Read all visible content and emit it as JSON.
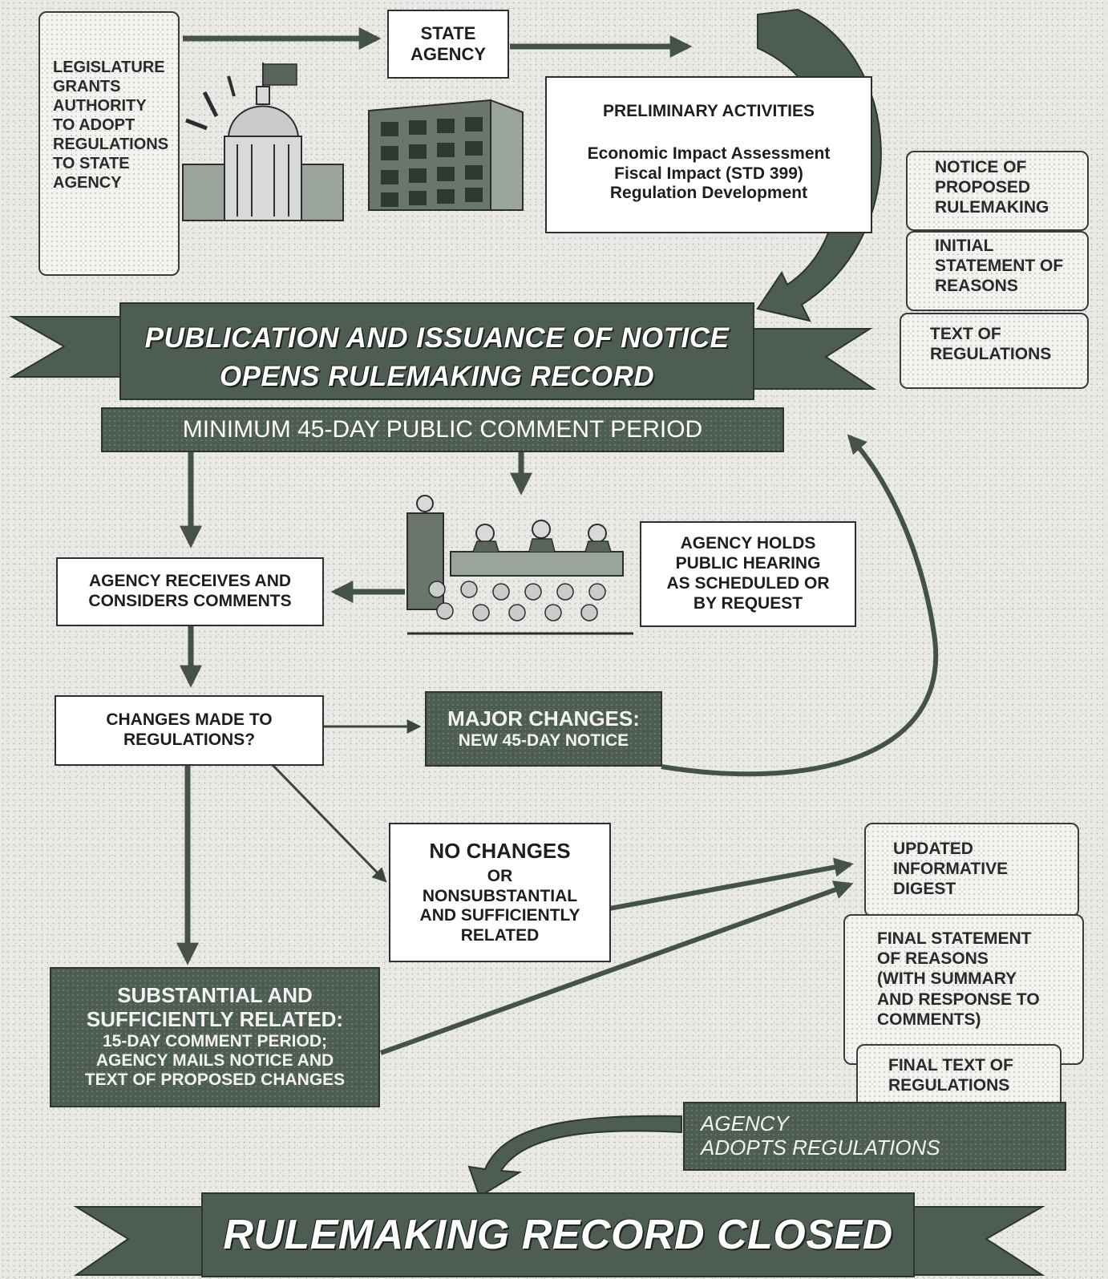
{
  "legislature": {
    "lines": [
      "LEGISLATURE",
      "GRANTS",
      "AUTHORITY",
      "TO ADOPT",
      "REGULATIONS",
      "TO STATE",
      "AGENCY"
    ]
  },
  "state_agency": {
    "lines": [
      "STATE",
      "AGENCY"
    ]
  },
  "preliminary": {
    "title": "PRELIMINARY ACTIVITIES",
    "items": [
      "Economic Impact Assessment",
      "Fiscal Impact (STD 399)",
      "Regulation Development"
    ]
  },
  "notice_docs": [
    {
      "lines": [
        "NOTICE OF",
        "PROPOSED",
        "RULEMAKING"
      ]
    },
    {
      "lines": [
        "INITIAL",
        "STATEMENT OF",
        "REASONS"
      ]
    },
    {
      "lines": [
        "TEXT OF",
        "REGULATIONS"
      ]
    }
  ],
  "publication_banner": {
    "line1": "PUBLICATION AND ISSUANCE OF NOTICE",
    "line2": "OPENS RULEMAKING RECORD"
  },
  "comment_period": "MINIMUM 45-DAY PUBLIC COMMENT PERIOD",
  "receives_comments": {
    "lines": [
      "AGENCY RECEIVES AND",
      "CONSIDERS COMMENTS"
    ]
  },
  "public_hearing": {
    "lines": [
      "AGENCY HOLDS",
      "PUBLIC HEARING",
      "AS SCHEDULED OR",
      "BY REQUEST"
    ]
  },
  "changes_made": {
    "lines": [
      "CHANGES MADE TO",
      "REGULATIONS?"
    ]
  },
  "major_changes": {
    "line1": "MAJOR CHANGES:",
    "line2": "NEW 45-DAY NOTICE"
  },
  "no_changes": {
    "main": "NO CHANGES",
    "or": "OR",
    "lines": [
      "NONSUBSTANTIAL",
      "AND SUFFICIENTLY",
      "RELATED"
    ]
  },
  "substantial": {
    "line1": "SUBSTANTIAL AND",
    "line2": "SUFFICIENTLY RELATED:",
    "lines": [
      "15-DAY COMMENT PERIOD;",
      "AGENCY MAILS NOTICE AND",
      "TEXT OF PROPOSED CHANGES"
    ]
  },
  "final_docs": [
    {
      "lines": [
        "UPDATED",
        "INFORMATIVE",
        "DIGEST"
      ]
    },
    {
      "lines": [
        "FINAL STATEMENT",
        "OF REASONS",
        "(WITH SUMMARY",
        "AND RESPONSE TO",
        "COMMENTS)"
      ]
    },
    {
      "lines": [
        "FINAL TEXT OF",
        "REGULATIONS"
      ]
    }
  ],
  "adopts": {
    "line1": "AGENCY",
    "line2": "ADOPTS REGULATIONS"
  },
  "closed_banner": "RULEMAKING RECORD CLOSED",
  "colors": {
    "dark_green": "#4e5d52",
    "arrow_green": "#44524a",
    "background": "#e9e9e6"
  }
}
